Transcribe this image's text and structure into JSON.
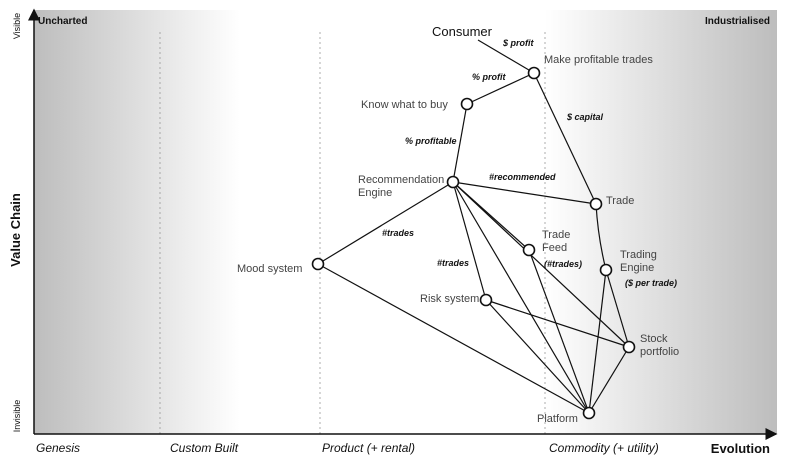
{
  "corners": {
    "top_left": "Uncharted",
    "top_right": "Industrialised"
  },
  "y_axis": {
    "title": "Value Chain",
    "top": "Visible",
    "bottom": "Invisible"
  },
  "x_axis": {
    "title": "Evolution",
    "stages": [
      "Genesis",
      "Custom Built",
      "Product (+ rental)",
      "Commodity (+ utility)"
    ]
  },
  "anchor": {
    "label": "Consumer"
  },
  "components": {
    "make_profitable_trades": {
      "label": [
        "Make profitable trades"
      ]
    },
    "know_what_to_buy": {
      "label": [
        "Know what to buy"
      ]
    },
    "recommendation_engine": {
      "label": [
        "Recommendation",
        "Engine"
      ]
    },
    "trade": {
      "label": [
        "Trade"
      ]
    },
    "mood_system": {
      "label": [
        "Mood system"
      ]
    },
    "trade_feed": {
      "label": [
        "Trade",
        "Feed"
      ]
    },
    "trading_engine": {
      "label": [
        "Trading",
        "Engine"
      ]
    },
    "risk_system": {
      "label": [
        "Risk system"
      ]
    },
    "stock_portfolio": {
      "label": [
        "Stock",
        "portfolio"
      ]
    },
    "platform": {
      "label": [
        "Platform"
      ]
    }
  },
  "edge_labels": {
    "profit_dollar": "$ profit",
    "profit_pct": "% profit",
    "capital": "$ capital",
    "profitable_pct": "% profitable",
    "recommended": "#recommended",
    "trades_mood": "#trades",
    "trades_risk": "#trades",
    "trades_feed": "(#trades)",
    "per_trade": "($ per trade)"
  }
}
